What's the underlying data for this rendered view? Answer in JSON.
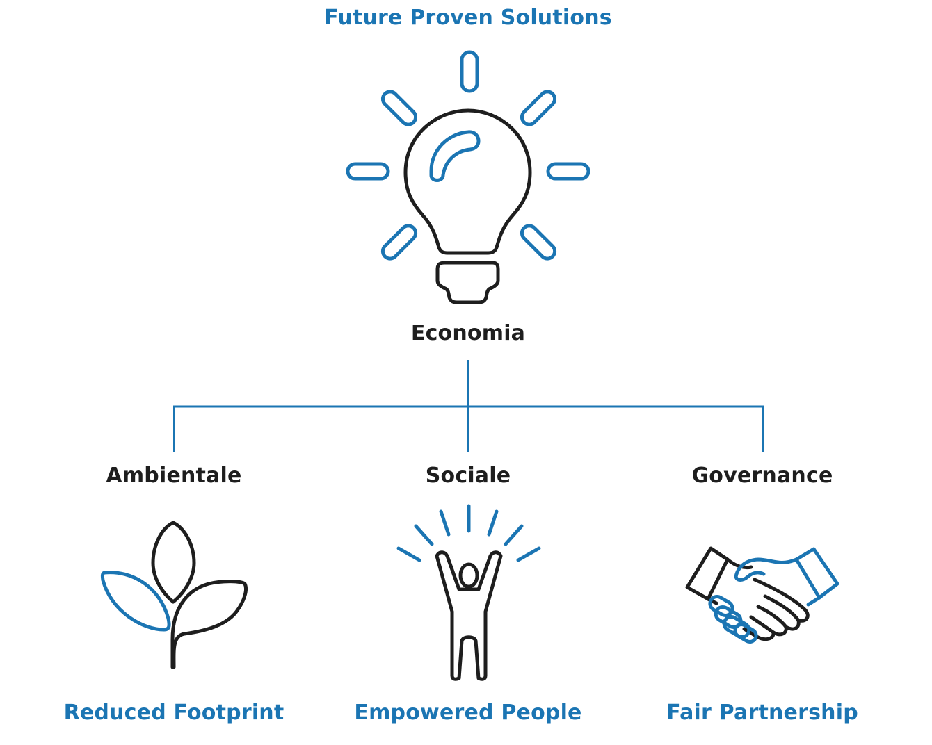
{
  "title": "Future Proven Solutions",
  "root": {
    "label": "Economia",
    "icon": "lightbulb-icon"
  },
  "branches": [
    {
      "label": "Ambientale",
      "icon": "plant-leaves-icon",
      "caption": "Reduced Footprint"
    },
    {
      "label": "Sociale",
      "icon": "cheering-person-icon",
      "caption": "Empowered People"
    },
    {
      "label": "Governance",
      "icon": "handshake-icon",
      "caption": "Fair Partnership"
    }
  ],
  "colors": {
    "accent": "#1b75b3",
    "ink": "#1e1e1e",
    "background": "#ffffff"
  }
}
